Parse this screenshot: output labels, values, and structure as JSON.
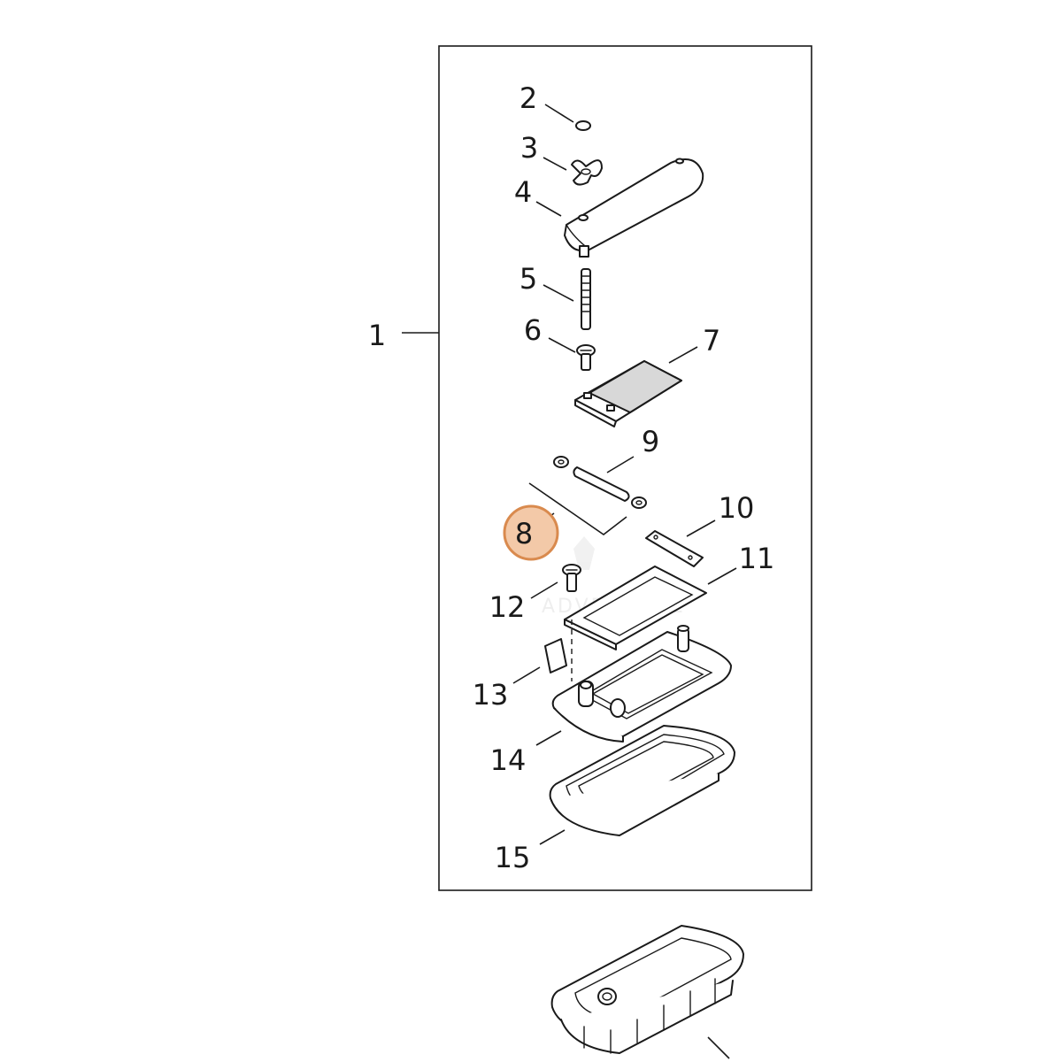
{
  "callouts": {
    "p1": "1",
    "p2": "2",
    "p3": "3",
    "p4": "4",
    "p5": "5",
    "p6": "6",
    "p7": "7",
    "p8": "8",
    "p9": "9",
    "p10": "10",
    "p11": "11",
    "p12": "12",
    "p13": "13",
    "p14": "14",
    "p15": "15"
  },
  "watermark": "ADVENTURE",
  "colors": {
    "highlight_fill": "#f3c9a8",
    "highlight_stroke": "#d98a4e",
    "line": "#1a1a1a",
    "shade": "#d8d8d8"
  }
}
